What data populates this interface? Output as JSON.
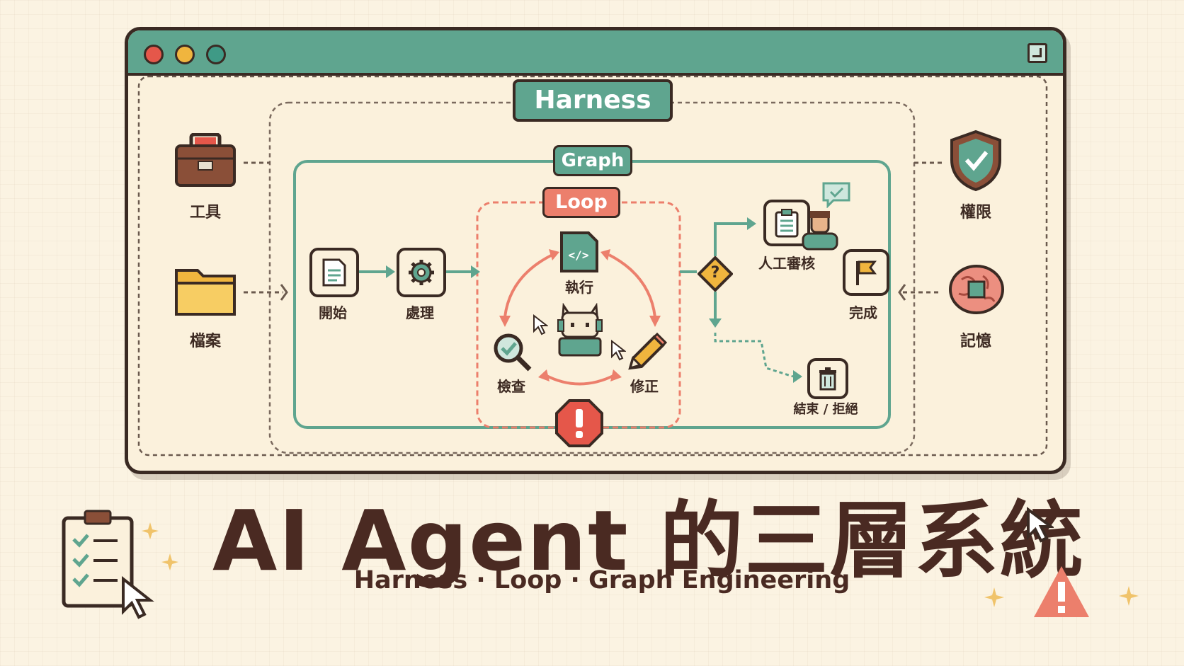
{
  "layers": {
    "harness": "Harness",
    "graph": "Graph",
    "loop": "Loop"
  },
  "external": {
    "tools": "工具",
    "files": "檔案",
    "permissions": "權限",
    "memory": "記憶"
  },
  "nodes": {
    "start": "開始",
    "process": "處理",
    "execute": "執行",
    "check": "檢查",
    "fix": "修正",
    "human_review": "人工審核",
    "done": "完成",
    "end_reject": "結束 / 拒絕",
    "decision": "?"
  },
  "title": "AI Agent 的三層系統",
  "subtitle": "Harness · Loop · Graph Engineering",
  "colors": {
    "teal": "#5fa58f",
    "coral": "#ec7f6c",
    "outline": "#3a2a23",
    "background": "#fbf3e2"
  }
}
